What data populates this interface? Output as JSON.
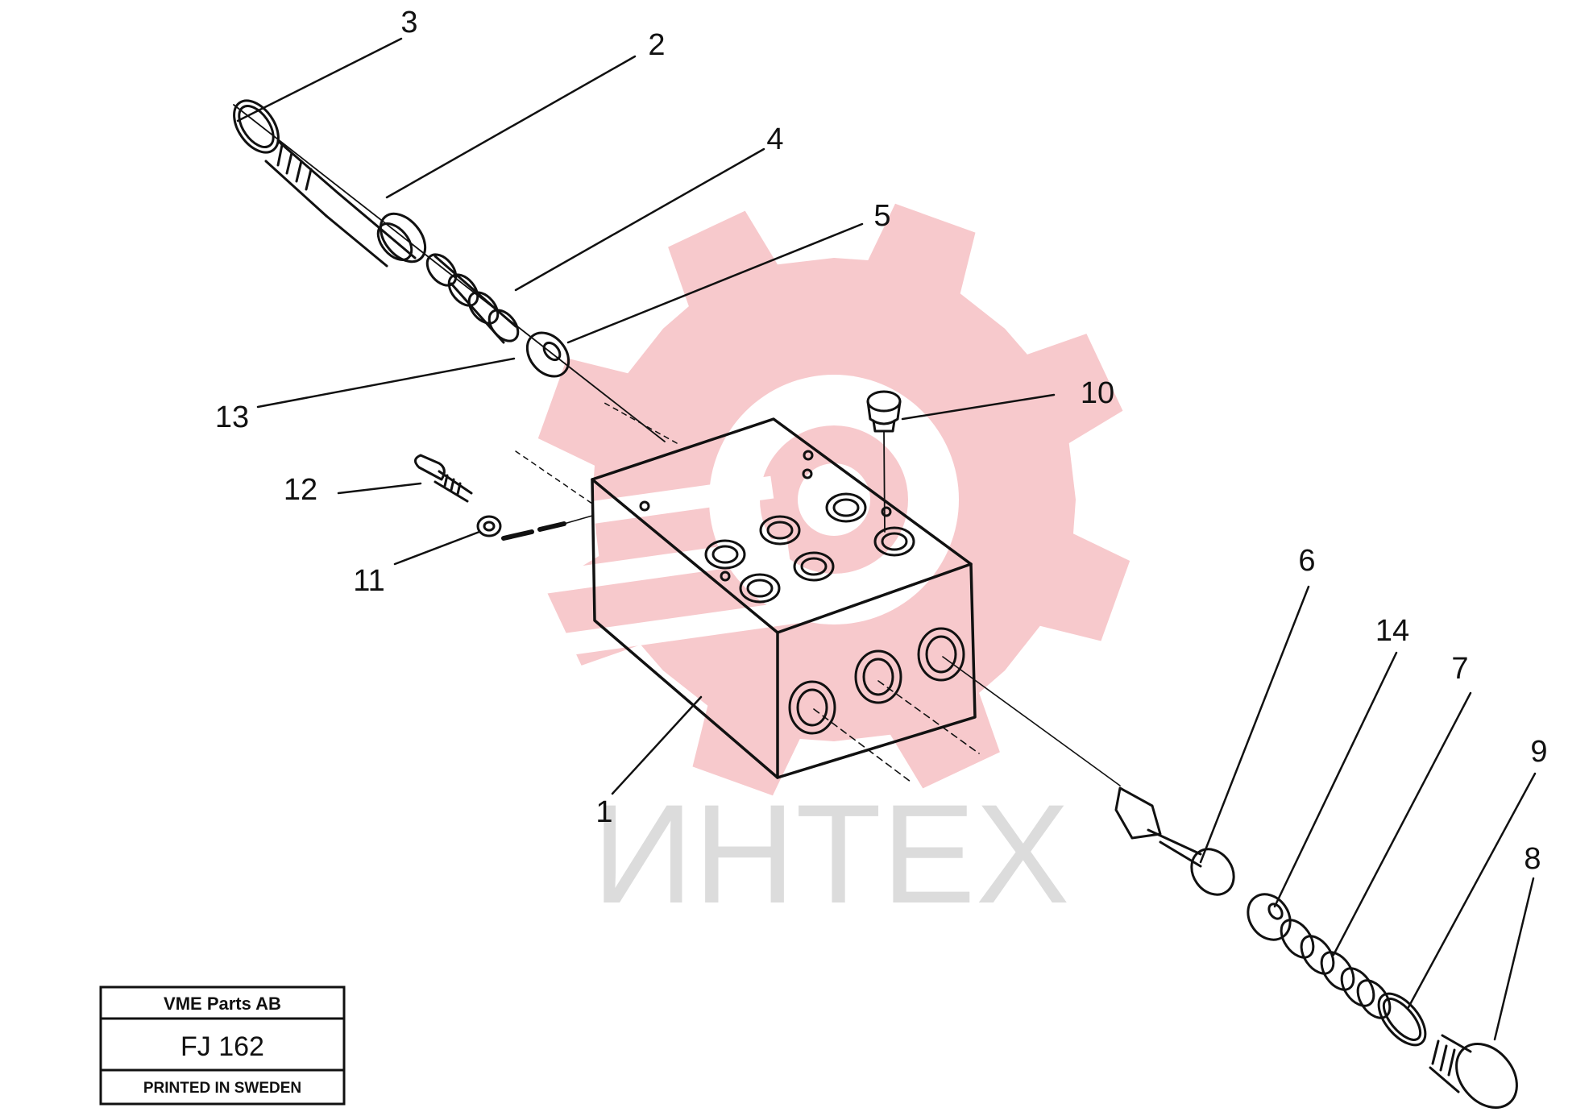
{
  "watermark": {
    "text": "ИНТЕХ",
    "gear_color": "#f7c9cc",
    "text_color": "#dcdcdc"
  },
  "callouts": [
    {
      "id": "1",
      "label": "1"
    },
    {
      "id": "2",
      "label": "2"
    },
    {
      "id": "3",
      "label": "3"
    },
    {
      "id": "4",
      "label": "4"
    },
    {
      "id": "5",
      "label": "5"
    },
    {
      "id": "6",
      "label": "6"
    },
    {
      "id": "7",
      "label": "7"
    },
    {
      "id": "8",
      "label": "8"
    },
    {
      "id": "9",
      "label": "9"
    },
    {
      "id": "10",
      "label": "10"
    },
    {
      "id": "11",
      "label": "11"
    },
    {
      "id": "12",
      "label": "12"
    },
    {
      "id": "13",
      "label": "13"
    },
    {
      "id": "14",
      "label": "14"
    }
  ],
  "title_block": {
    "company": "VME Parts AB",
    "code": "FJ 162",
    "footer": "PRINTED IN SWEDEN"
  },
  "colors": {
    "ink": "#111111",
    "background": "#ffffff"
  }
}
